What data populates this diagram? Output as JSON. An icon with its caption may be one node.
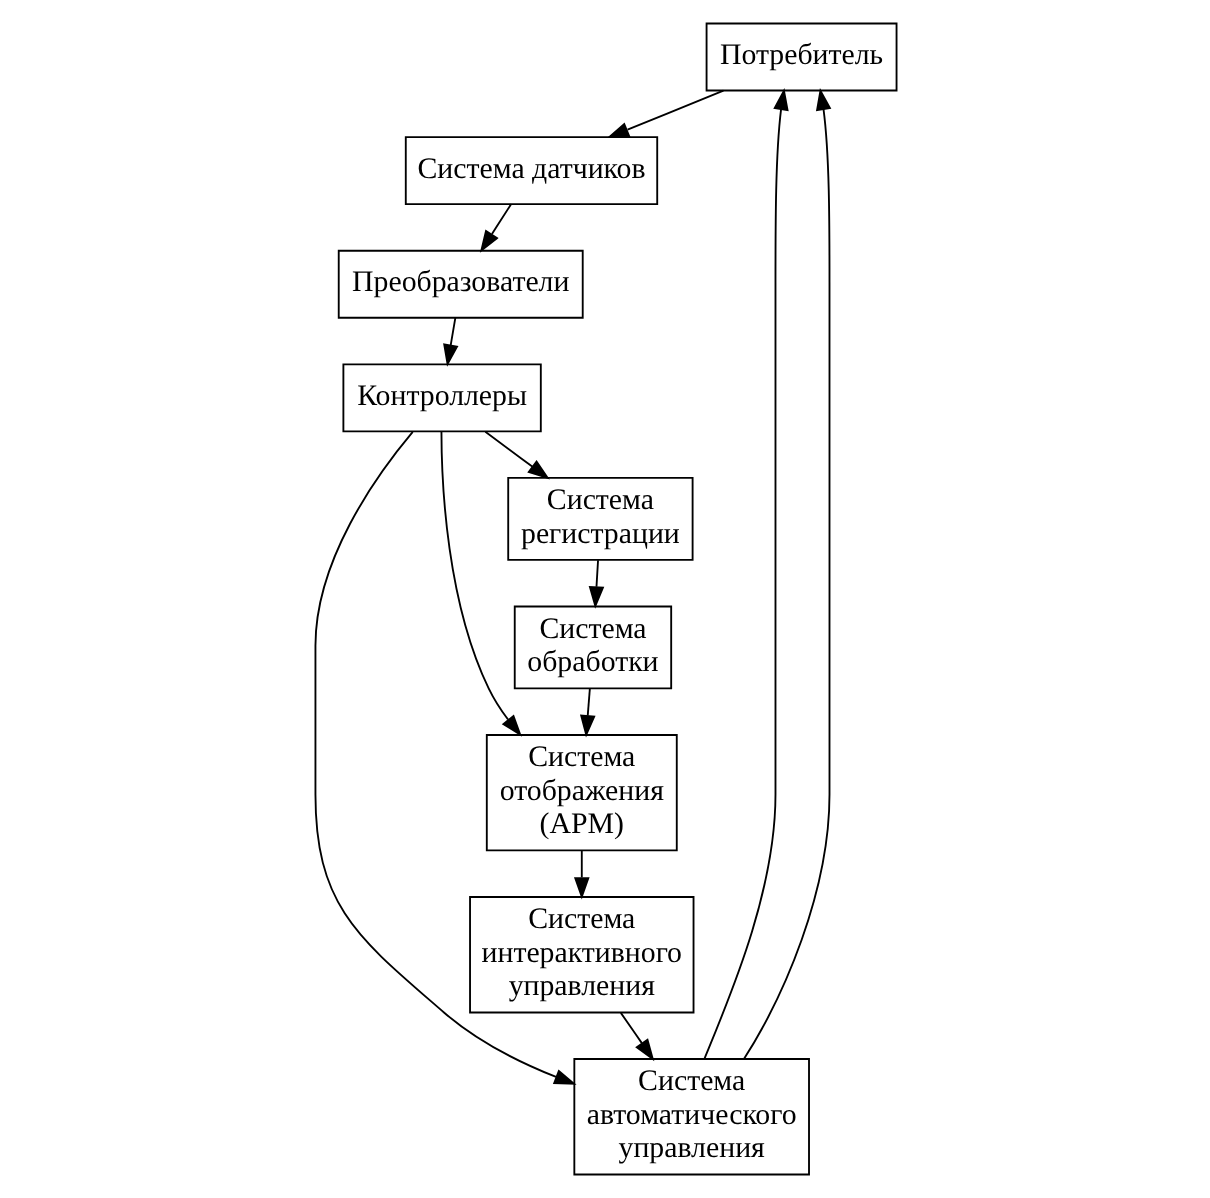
{
  "diagram": {
    "nodes": [
      {
        "text": [
          "Потребитель"
        ]
      },
      {
        "text": [
          "Система датчиков"
        ]
      },
      {
        "text": [
          "Преобразователи"
        ]
      },
      {
        "text": [
          "Контроллеры"
        ]
      },
      {
        "text": [
          "Система автоматического управления"
        ]
      },
      {
        "text": [
          "Система интерактивного управления"
        ]
      },
      {
        "text": [
          "Система отображения (АРМ)"
        ]
      },
      {
        "text": [
          "Система регистрации"
        ]
      },
      {
        "text": [
          "Система обработки"
        ]
      }
    ],
    "edges": [
      {
        "from": 4,
        "to": 0,
        "arrow": "to"
      },
      {
        "from": 4,
        "to": 0,
        "arrow": "to"
      },
      {
        "from": 0,
        "to": 1,
        "arrow": "to"
      },
      {
        "from": 1,
        "to": 2,
        "arrow": "to"
      },
      {
        "from": 2,
        "to": 3,
        "arrow": "to"
      },
      {
        "from": 3,
        "to": 4,
        "arrow": "to"
      },
      {
        "from": 3,
        "to": 6,
        "arrow": "to"
      },
      {
        "from": 3,
        "to": 7,
        "arrow": "to"
      },
      {
        "from": 7,
        "to": 8,
        "arrow": "to"
      },
      {
        "from": 8,
        "to": 6,
        "arrow": "to"
      },
      {
        "from": 6,
        "to": 5,
        "arrow": "to"
      },
      {
        "from": 5,
        "to": 4,
        "arrow": "to"
      }
    ]
  }
}
